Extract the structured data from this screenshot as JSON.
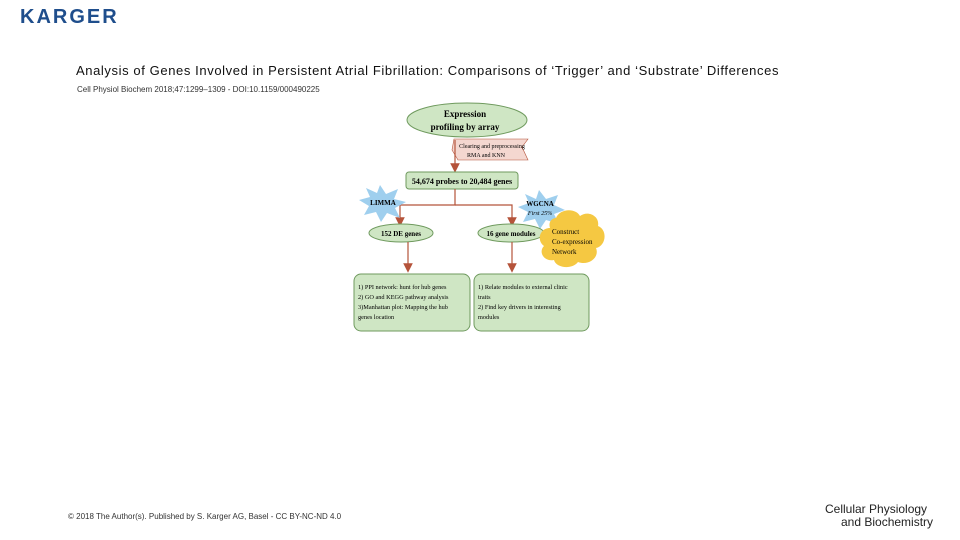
{
  "header": {
    "publisher": "KARGER",
    "title": "Analysis of Genes Involved in Persistent Atrial Fibrillation: Comparisons of ‘Trigger’ and ‘Substrate’ Differences",
    "citation": "Cell Physiol Biochem 2018;47:1299–1309 - DOI:10.1159/000490225"
  },
  "diagram": {
    "start": [
      "Expression",
      "profiling by array"
    ],
    "preprocess": [
      "Clearing and preprocessing",
      "RMA and KNN"
    ],
    "probes": "54,674 probes to 20,484 genes",
    "limma": "LIMMA",
    "wgcna": "WGCNA",
    "wgcna_note": "First 25%",
    "de_genes": "152 DE genes",
    "gene_modules": "16 gene modules",
    "construct": [
      "Construct",
      "Co-expression",
      "Network"
    ],
    "left_results": [
      "1) PPI network: hunt for hub genes",
      "2) GO and KEGG pathway analysis",
      "3)Manhattan plot: Mapping the hub",
      "genes location"
    ],
    "right_results": [
      "1) Relate modules to external clinic",
      "traits",
      "2) Find key drivers in interesting",
      "modules"
    ]
  },
  "footer": {
    "copyright": "© 2018 The Author(s). Published by S. Karger AG, Basel - CC BY-NC-ND 4.0",
    "journal_line1": "Cellular Physiology",
    "journal_line2": "and Biochemistry"
  },
  "colors": {
    "green_fill": "#cfe6c4",
    "green_stroke": "#6f9a5e",
    "arrow": "#b5533a",
    "starburst_blue": "#9fcfee",
    "cloud_yellow": "#f5c842",
    "banner_pink": "#f4d7d0"
  }
}
